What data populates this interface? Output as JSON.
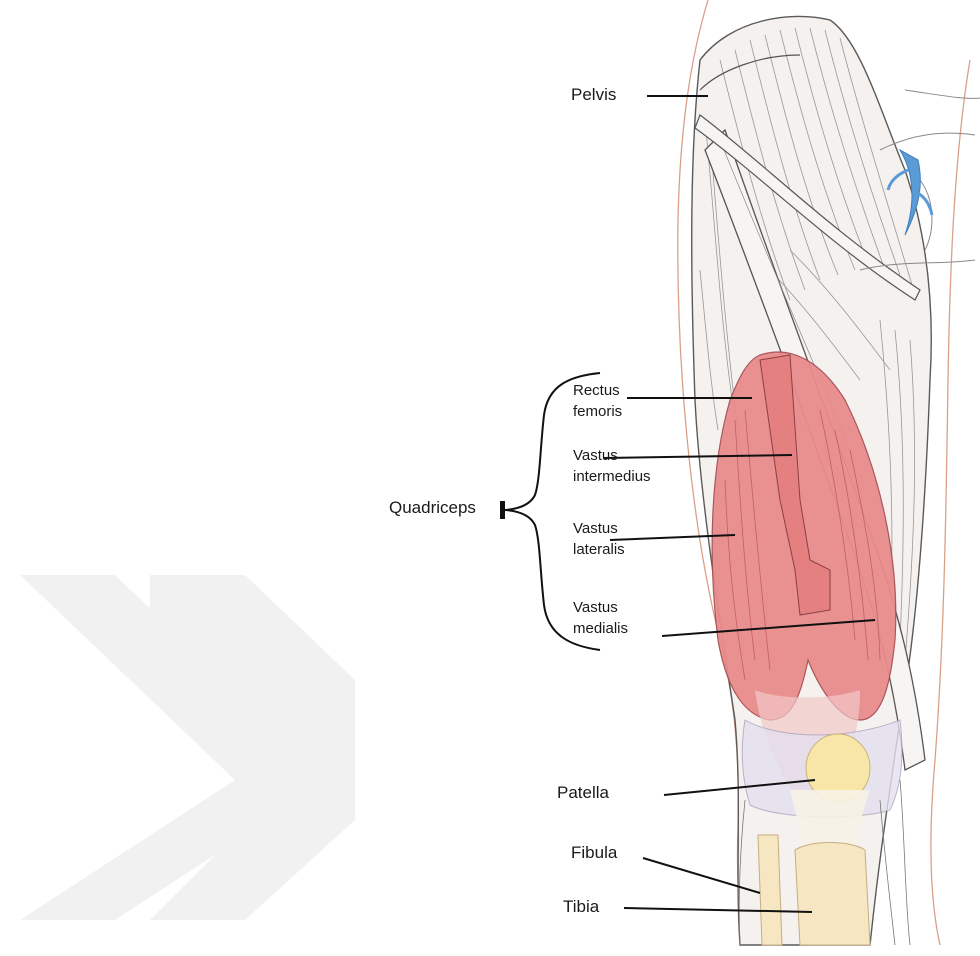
{
  "labels": {
    "pelvis": "Pelvis",
    "quadriceps": "Quadriceps",
    "rectus": [
      "Rectus",
      "femoris"
    ],
    "intermedius": [
      "Vastus",
      "intermedius"
    ],
    "lateralis": [
      "Vastus",
      "lateralis"
    ],
    "medialis": [
      "Vastus",
      "medialis"
    ],
    "patella": "Patella",
    "fibula": "Fibula",
    "tibia": "Tibia"
  },
  "colors": {
    "muscle": "#e98b8b",
    "muscle_dark": "#c9585f",
    "tendon": "#f3eee9",
    "bone": "#f7e6c2",
    "vessel": "#5b9bd5",
    "skin_line": "#d69a7e",
    "watermark": "#f2f2f2"
  }
}
